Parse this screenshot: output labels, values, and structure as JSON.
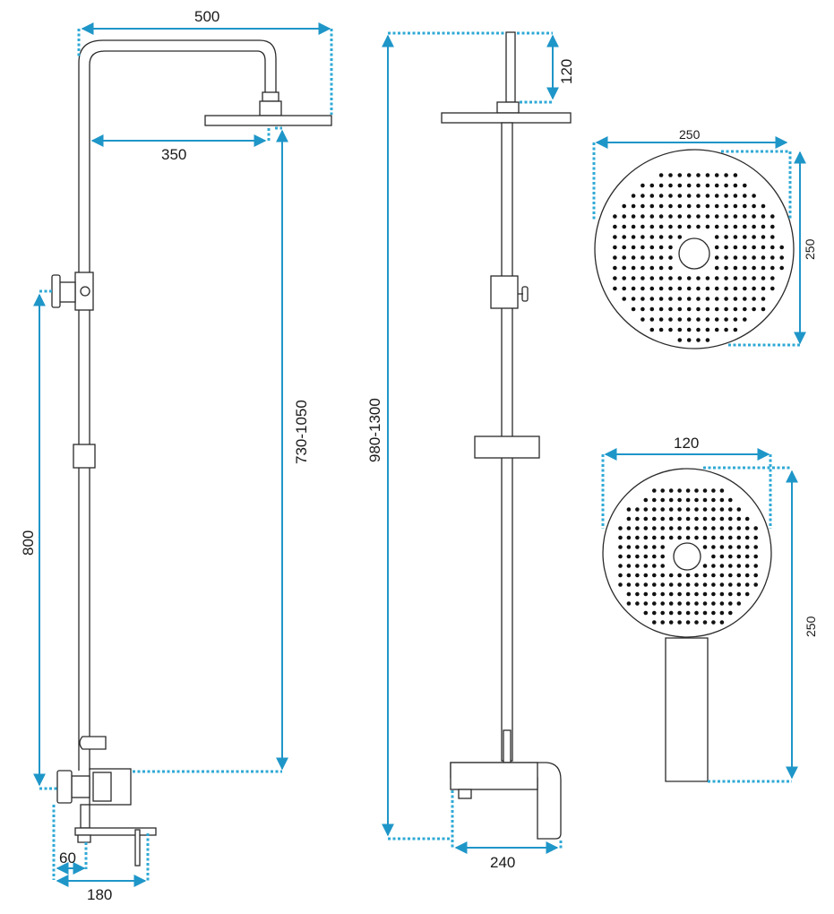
{
  "dimension_color": "#1f96c8",
  "outline_color": "#2a2a2a",
  "dimensions": {
    "side_overall_width": "500",
    "side_arm_reach": "350",
    "side_head_height": "730-1050",
    "side_valve_height": "800",
    "side_outlet_depth": "60",
    "side_mixer_depth": "180",
    "front_pipe_top": "120",
    "front_total_height": "980-1300",
    "front_mixer_width": "240",
    "rain_head_width": "250",
    "rain_head_height": "250",
    "hand_shower_width": "120",
    "hand_shower_length": "250"
  }
}
